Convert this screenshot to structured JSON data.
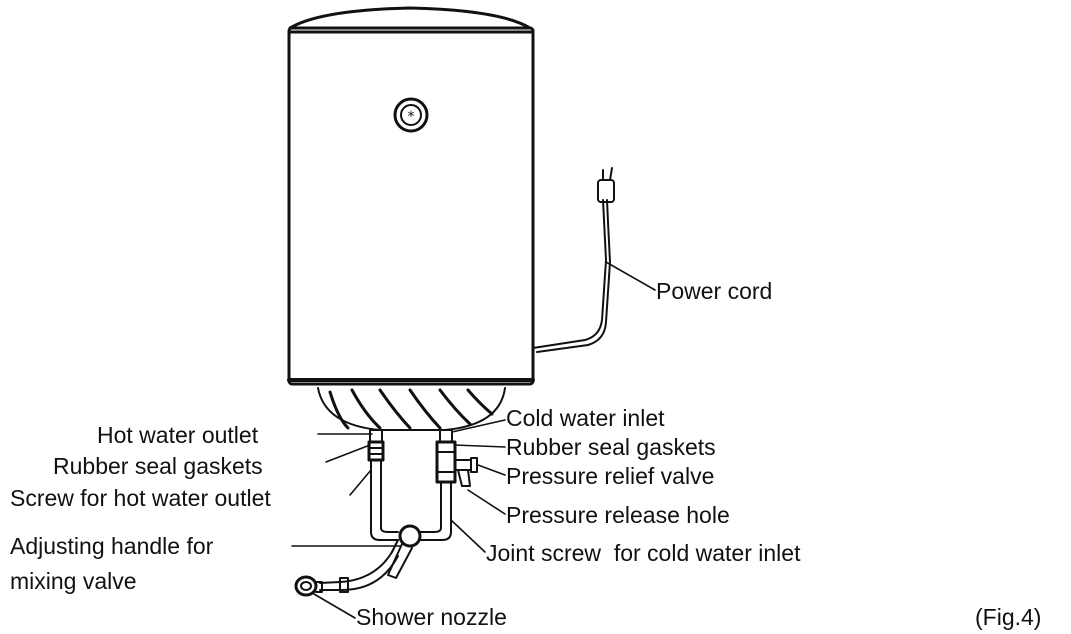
{
  "labels": {
    "power_cord": "Power cord",
    "hot_water_outlet": "Hot water outlet",
    "rubber_seal_gaskets_left": "Rubber seal gaskets",
    "screw_hot_water_outlet": "Screw for hot water outlet",
    "adjusting_handle_line1": "Adjusting handle for",
    "adjusting_handle_line2": "mixing valve",
    "shower_nozzle": "Shower nozzle",
    "cold_water_inlet": "Cold water inlet",
    "rubber_seal_gaskets_right": "Rubber seal gaskets",
    "pressure_relief_valve": "Pressure relief valve",
    "pressure_release_hole": "Pressure release hole",
    "joint_screw_cold_inlet": "Joint screw  for cold water inlet"
  },
  "figure_caption": "(Fig.4)",
  "colors": {
    "line": "#111111",
    "background": "#ffffff"
  }
}
